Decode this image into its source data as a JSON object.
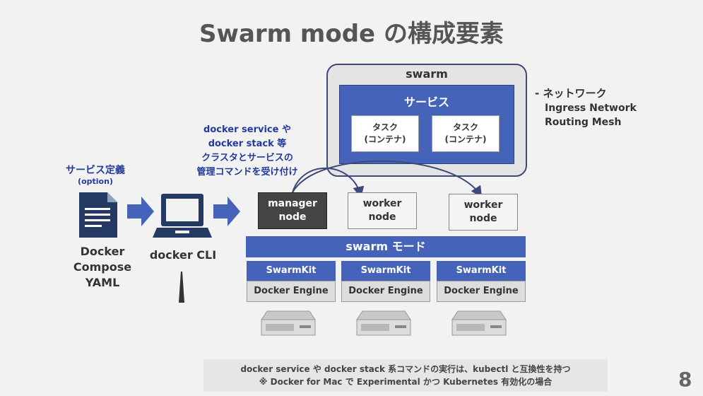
{
  "title": "Swarm mode の構成要素",
  "swarm": {
    "label": "swarm",
    "service_label": "サービス",
    "tasks": [
      {
        "line1": "タスク",
        "line2": "(コンテナ)"
      },
      {
        "line1": "タスク",
        "line2": "(コンテナ)"
      }
    ]
  },
  "network": {
    "heading": "- ネットワーク",
    "items": [
      "Ingress Network",
      "Routing Mesh"
    ]
  },
  "cli_description": [
    "docker service や",
    "docker stack 等",
    "クラスタとサービスの",
    "管理コマンドを受け付け"
  ],
  "service_definition": {
    "label": "サービス定義",
    "sub": "(option)"
  },
  "compose_caption": [
    "Docker",
    "Compose",
    "YAML"
  ],
  "cli_caption": "docker CLI",
  "nodes": {
    "manager": [
      "manager",
      "node"
    ],
    "worker1": [
      "worker",
      "node"
    ],
    "worker2": [
      "worker",
      "node"
    ]
  },
  "swarm_mode_label": "swarm モード",
  "stacks": [
    {
      "kit": "SwarmKit",
      "engine": "Docker Engine"
    },
    {
      "kit": "SwarmKit",
      "engine": "Docker Engine"
    },
    {
      "kit": "SwarmKit",
      "engine": "Docker Engine"
    }
  ],
  "note": [
    "docker service や docker stack 系コマンドの実行は、kubectl と互換性を持つ",
    "※ Docker for Mac で Experimental かつ Kubernetes 有効化の場合"
  ],
  "page_number": "8",
  "colors": {
    "accent_blue": "#4563b8",
    "text_blue": "#223a9a",
    "manager_dark": "#444444"
  }
}
